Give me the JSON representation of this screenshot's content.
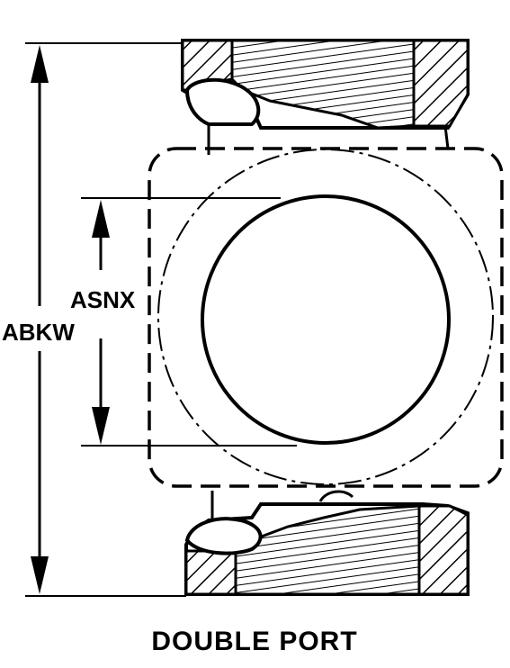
{
  "diagram": {
    "dimension_labels": {
      "overall_height": "ABKW",
      "bore_diameter": "ASNX"
    },
    "caption": "DOUBLE PORT",
    "colors": {
      "ink": "#000000",
      "paper": "#ffffff"
    }
  }
}
